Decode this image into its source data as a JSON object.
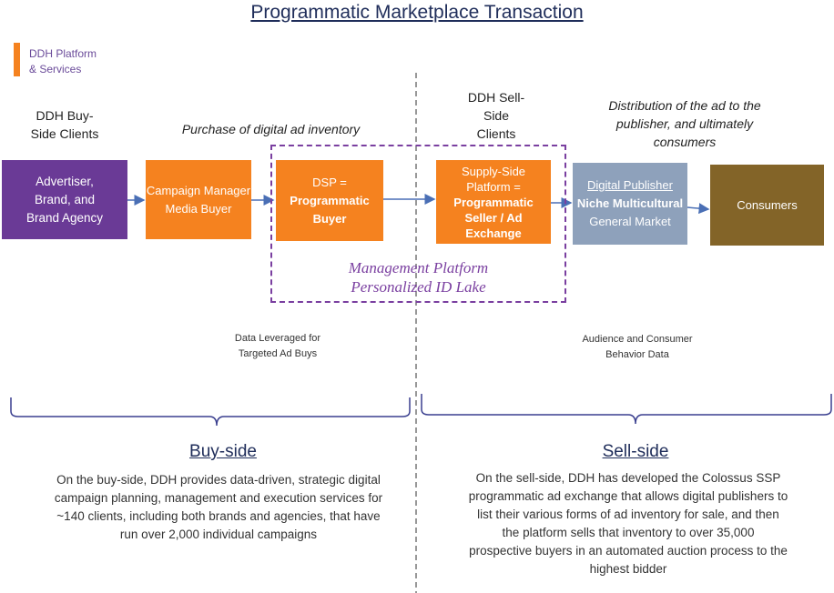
{
  "title": "Programmatic Marketplace Transaction",
  "legend": {
    "label_line1": "DDH Platform",
    "label_line2": "& Services",
    "color": "#f5821f"
  },
  "headers": {
    "buy_clients": [
      "DDH Buy-",
      "Side Clients"
    ],
    "purchase": "Purchase of digital ad inventory",
    "sell_clients": [
      "DDH Sell-",
      "Side",
      "Clients"
    ],
    "distribution": [
      "Distribution of the ad to the",
      "publisher, and ultimately",
      "consumers"
    ]
  },
  "boxes": {
    "advertiser": [
      "Advertiser,",
      "Brand, and",
      "Brand Agency"
    ],
    "campaign": [
      "Campaign Manager",
      "Media Buyer"
    ],
    "dsp": [
      "DSP =",
      "Programmatic",
      "Buyer"
    ],
    "ssp": [
      "Supply-Side",
      "Platform =",
      "Programmatic",
      "Seller / Ad",
      "Exchange"
    ],
    "publisher": [
      "Digital Publisher",
      "Niche Multicultural",
      "General Market"
    ],
    "consumers": "Consumers"
  },
  "management": [
    "Management Platform",
    "Personalized ID Lake"
  ],
  "notes": {
    "data_leveraged": [
      "Data Leveraged for",
      "Targeted Ad Buys"
    ],
    "audience": [
      "Audience and Consumer",
      "Behavior Data"
    ]
  },
  "buy_side": {
    "title": "Buy-side",
    "description": [
      "On the buy-side, DDH provides data-driven, strategic digital",
      "campaign planning, management and execution services for",
      "~140 clients, including both brands and agencies, that have",
      "run over 2,000 individual campaigns"
    ]
  },
  "sell_side": {
    "title": "Sell-side",
    "description": [
      "On the sell-side, DDH has developed the Colossus SSP",
      "programmatic ad exchange that allows digital publishers to",
      "list their various forms of ad inventory for sale, and then",
      "the platform sells that inventory to over 35,000",
      "prospective buyers in an automated auction process to the",
      "highest bidder"
    ]
  },
  "colors": {
    "purple": "#6a3a96",
    "orange": "#f5821f",
    "grey_blue": "#8ea1bb",
    "brown": "#836428",
    "navy": "#1f2d5a"
  }
}
